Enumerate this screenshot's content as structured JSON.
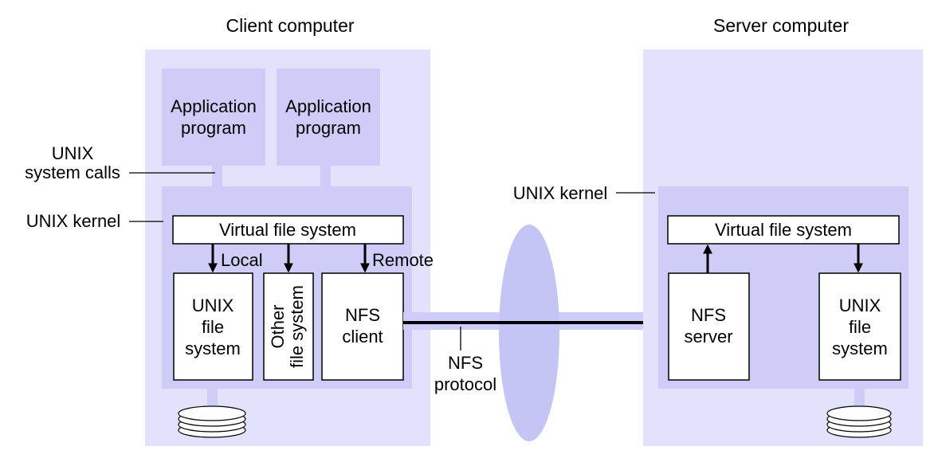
{
  "client": {
    "title": "Client computer",
    "app1": [
      "Application",
      "program"
    ],
    "app2": [
      "Application",
      "program"
    ],
    "syscalls_label": [
      "UNIX",
      "system calls"
    ],
    "kernel_label": "UNIX kernel",
    "vfs": "Virtual file system",
    "local": "Local",
    "remote": "Remote",
    "unix_fs": [
      "UNIX",
      "file",
      "system"
    ],
    "other_fs": [
      "Other",
      "file system"
    ],
    "nfs_client": [
      "NFS",
      "client"
    ]
  },
  "protocol": [
    "NFS",
    "protocol"
  ],
  "server": {
    "title": "Server computer",
    "kernel_label": "UNIX kernel",
    "vfs": "Virtual file system",
    "nfs_server": [
      "NFS",
      "server"
    ],
    "unix_fs": [
      "UNIX",
      "file",
      "system"
    ]
  },
  "colors": {
    "computer_bg": "#e2e2fd",
    "box_bg": "#cdcdf8",
    "protocol_ellipse": "#c5c5f5",
    "line": "#000000"
  }
}
